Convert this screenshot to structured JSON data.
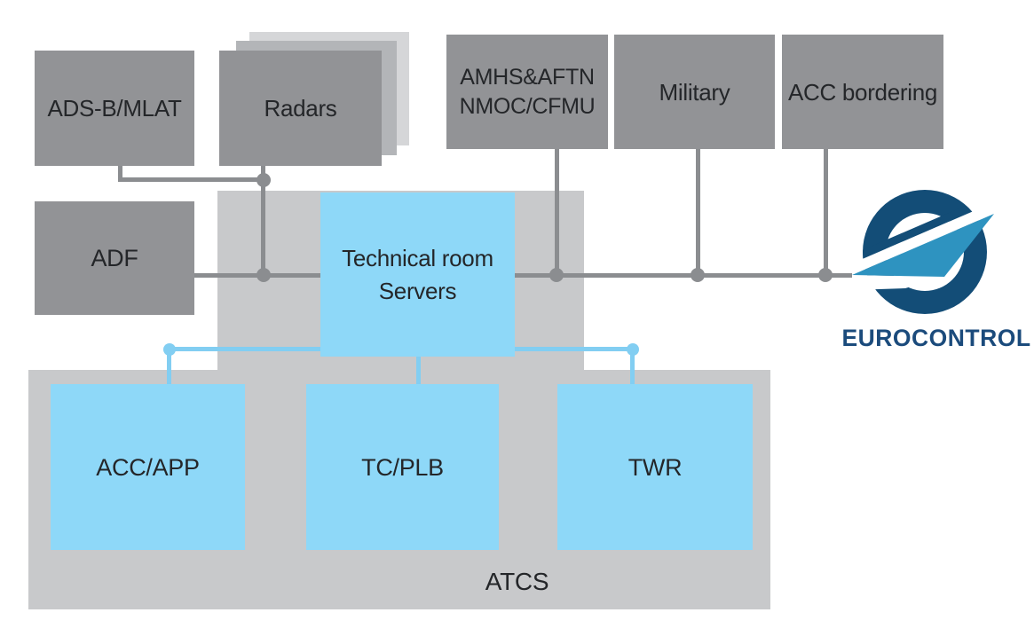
{
  "colors": {
    "box_gray": "#929396",
    "box_gray_mid": "#b3b5b8",
    "box_gray_light": "#d5d6d8",
    "panel_gray": "#c8c9cb",
    "box_blue": "#8ed8f8",
    "line_gray": "#8b8d90",
    "line_blue": "#82cef2",
    "text_dark": "#242629",
    "logo_navy": "#134d77",
    "logo_swoosh": "#2e93c0",
    "logo_text": "#1b4b7c"
  },
  "nodes": {
    "ads_b_mlat": {
      "label": "ADS-B/MLAT"
    },
    "radars": {
      "label": "Radars"
    },
    "amhs": {
      "line1": "AMHS&AFTN",
      "line2": "NMOC/CFMU"
    },
    "military": {
      "label": "Military"
    },
    "acc_bordering": {
      "label": "ACC bordering"
    },
    "adf": {
      "label": "ADF"
    },
    "technical_room": {
      "line1": "Technical room",
      "line2": "Servers"
    },
    "acc_app": {
      "label": "ACC/APP"
    },
    "tc_plb": {
      "label": "TC/PLB"
    },
    "twr": {
      "label": "TWR"
    },
    "atcs": {
      "label": "ATCS"
    }
  },
  "logo": {
    "text": "EUROCONTROL"
  }
}
